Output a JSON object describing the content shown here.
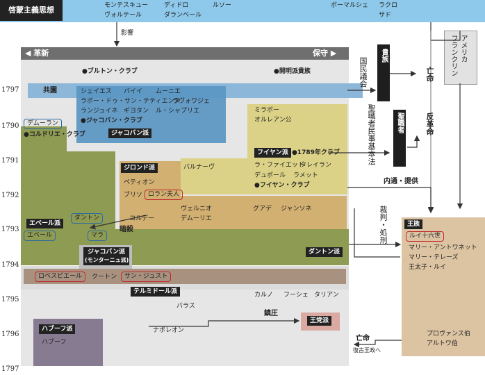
{
  "enlightenment": {
    "label": "啓蒙主義思想",
    "thinkers": [
      "モンテスキュー",
      "ディドロ",
      "ルソー",
      "ボーマルシェ",
      "ラクロ",
      "ヴォルテール",
      "ダランベール",
      "サド"
    ],
    "influence": "影響"
  },
  "scale": {
    "left": "◀ 革新",
    "right": "保守 ▶"
  },
  "years": [
    "1797",
    "1790",
    "1791",
    "1792",
    "1793",
    "1794",
    "1795",
    "1796",
    "1797"
  ],
  "clubs": {
    "breton": "●ブルトン・クラブ",
    "enlightened_nobles": "●開明派貴族",
    "jacobin_club": "●ジャコバン・クラブ",
    "cordeliers": "●コルドリエ・クラブ",
    "club_1789": "●1789年クラブ",
    "feuillant_club": "●フイヤン・クラブ"
  },
  "groups": {
    "republic": "共園",
    "jacobin": "ジャコバン派",
    "girondin": "ジロンド派",
    "feuillant": "フイヤン派",
    "hebert": "エベール派",
    "danton": "ダントン派",
    "jacobin_montagnard": "ジャコバン派",
    "montagnard_sub": "(モンターニュ派)",
    "thermidor": "テルミドール派",
    "haboof": "ハブーフ派",
    "royalist": "王党派",
    "royalty": "王族",
    "nobility": "貴族",
    "clergy": "聖職者"
  },
  "people": {
    "sieyes": "シェイエス",
    "barnave_top": "バイイ",
    "mounier": "ムーニエ",
    "rabaut": "ラボー・ドゥ・サン・テティエンヌ",
    "lavoisier": "ラヴォワジェ",
    "lanjuinais": "ランジュイネ",
    "guiotan": "ギヨタン",
    "chapelier": "ル・シャプリエ",
    "desmoulins": "デムーラン",
    "mirabeau": "ミラボー",
    "orleans": "オルレアン公",
    "barnave": "バルナーヴ",
    "lafayette": "ラ・ファイエット",
    "talleyrand": "タレイラン",
    "duport": "デュポール",
    "lameth": "ラメット",
    "petion": "ペティオン",
    "brissot": "ブリソ",
    "roland": "ロラン夫人",
    "danton": "ダントン",
    "hebert": "エベール",
    "marat": "マラ",
    "corday": "コルデー",
    "vergniaud": "ヴェルニオ",
    "dumouriez": "デムーリエ",
    "guadet": "グアデ",
    "gensonne": "ジャンソネ",
    "assassination": "暗殺",
    "robespierre": "ロベスピエール",
    "couthon": "クートン",
    "saint_just": "サン・ジュスト",
    "carnot": "カルノ",
    "fouche": "フーシェ",
    "tallien": "タリアン",
    "barras": "バラス",
    "napoleon": "ナポレオン",
    "babeuf": "ハブーフ",
    "louis16": "ルイ十六世",
    "marie_antoinette": "マリー・アントワネット",
    "marie_therese": "マリー・テレーズ",
    "dauphin": "王太子・ルイ",
    "provence": "プロヴァンス伯",
    "artois": "アルトワ伯",
    "america": "アメリカ",
    "franklin": "フランクリン"
  },
  "annotations": {
    "national_assembly": "国民議会",
    "civil_constitution": "聖職者民事基本法",
    "emigration_top": "亡命",
    "counter_revolution": "反革命",
    "collusion": "内通・提供",
    "trial": "裁判・処刑",
    "suppression": "鎮圧",
    "emigration_bottom": "亡命",
    "restoration": "復古王政へ"
  },
  "colors": {
    "enlightenment_bar": "#8ec8ea",
    "gray_band": "#e4e4e4",
    "republic_bar": "#7fb0d4",
    "jacobin_area": "#4f91bf",
    "olive": "#8d9a4f",
    "girondin": "#d2b071",
    "feuillant": "#dcd287",
    "robespierre_band": "#a6907f",
    "royal_area": "#dcc4a3",
    "haboof": "#877b92",
    "royalist": "#d9a9a2",
    "red_box": "#c0272d",
    "blue_box": "#2c6aa0"
  }
}
